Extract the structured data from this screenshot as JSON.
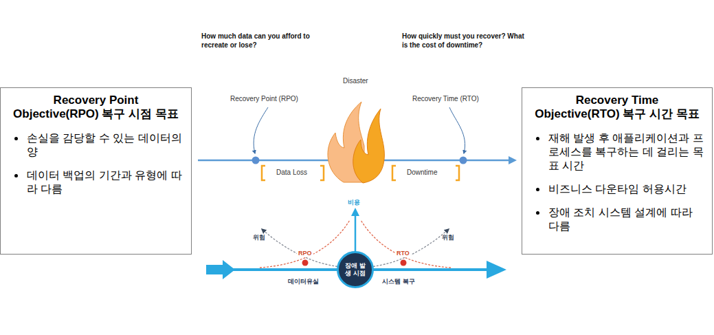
{
  "diagram": {
    "nodes": [
      {
        "text": [
          "Recovery Point Objective(RPO) 복구 시점 목표",
          "손실을 감당할 수 있는 데이터의 양",
          "데이터 백업의 기간과 유형에 따라 다름"
        ]
      },
      {
        "text": [
          "Recovery Time Objective(RTO) 복구 시간 목표",
          "재해 발생 후 애플리케이션과 프로세스를 복구하는 데 걸리는 목표 시간",
          "비즈니스 다운타임 허용시간",
          "장애 조치 시스템 설계에 따라 다름"
        ]
      },
      {
        "text": [
          "장애 발생 시점"
        ]
      }
    ],
    "labels": [
      "How much data can you afford to recreate or lose?",
      "How quickly must you recover? What is the cost of downtime?",
      "Disaster",
      "Recovery Point (RPO)",
      "Recovery Time (RTO)",
      "Data Loss",
      "Downtime",
      "비용",
      "위험",
      "위험",
      "RPO",
      "RTO",
      "데이터유실",
      "시스템 복구"
    ]
  }
}
